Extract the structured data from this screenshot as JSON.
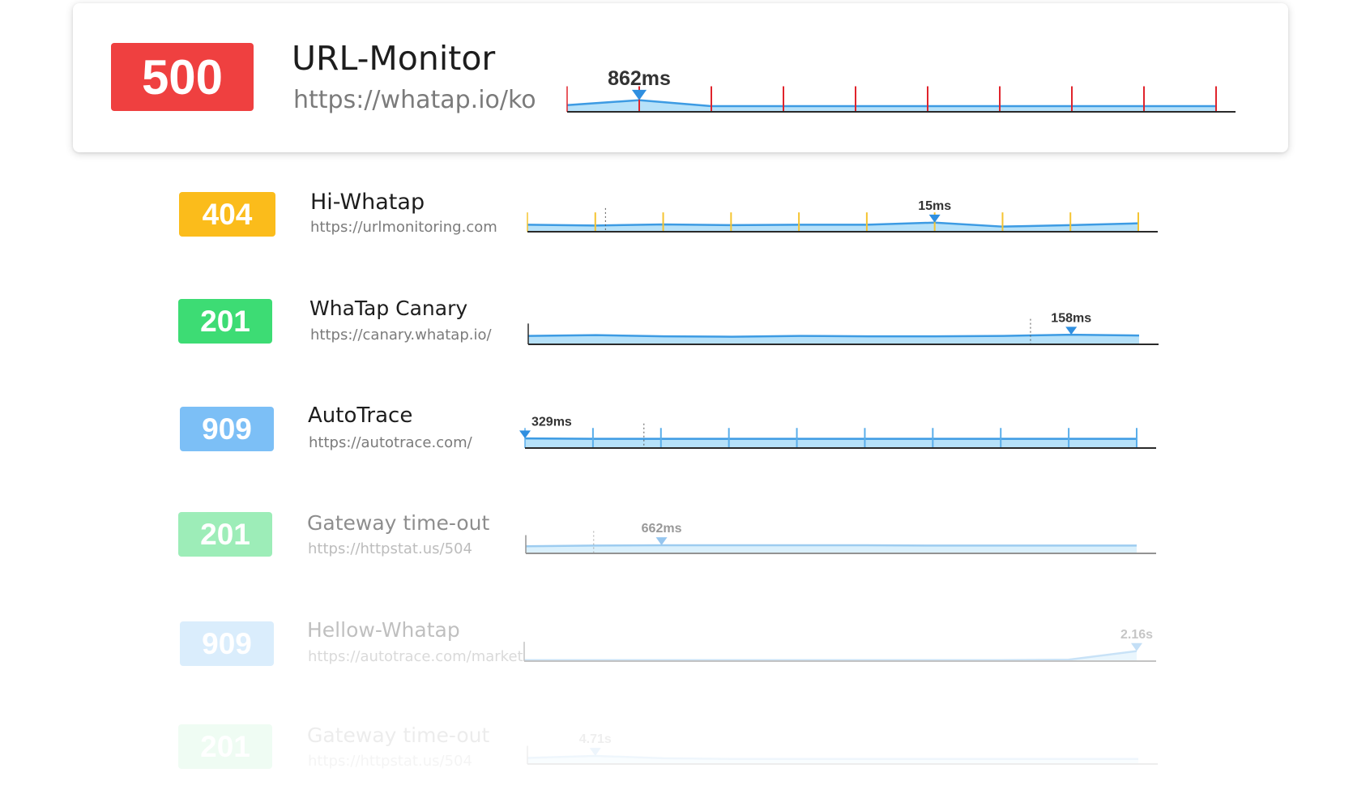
{
  "monitors": [
    {
      "status": "500",
      "status_color": "#ef4040",
      "name": "URL-Monitor",
      "url": "https://whatap.io/ko",
      "peak_label": "862ms",
      "tick_color": "#e0242c",
      "featured": true,
      "opacity": 1
    },
    {
      "status": "404",
      "status_color": "#fbbc1b",
      "name": "Hi-Whatap",
      "url": "https://urlmonitoring.com",
      "peak_label": "15ms",
      "tick_color": "#f5c431",
      "featured": false,
      "opacity": 1
    },
    {
      "status": "201",
      "status_color": "#3ddc74",
      "name": "WhaTap Canary",
      "url": "https://canary.whatap.io/",
      "peak_label": "158ms",
      "tick_color": "",
      "featured": false,
      "opacity": 1
    },
    {
      "status": "909",
      "status_color": "#7cbff6",
      "name": "AutoTrace",
      "url": "https://autotrace.com/",
      "peak_label": "329ms",
      "tick_color": "#5aaeea",
      "featured": false,
      "opacity": 1
    },
    {
      "status": "201",
      "status_color": "#3ddc74",
      "name": "Gateway time-out",
      "url": "https://httpstat.us/504",
      "peak_label": "662ms",
      "tick_color": "",
      "featured": false,
      "opacity": 0.5
    },
    {
      "status": "909",
      "status_color": "#7cbff6",
      "name": "Hellow-Whatap",
      "url": "https://autotrace.com/market",
      "peak_label": "2.16s",
      "tick_color": "",
      "featured": false,
      "opacity": 0.28
    },
    {
      "status": "201",
      "status_color": "#3ddc74",
      "name": "Gateway time-out",
      "url": "https://httpstat.us/504",
      "peak_label": "4.71s",
      "tick_color": "",
      "featured": false,
      "opacity": 0.08
    }
  ]
}
